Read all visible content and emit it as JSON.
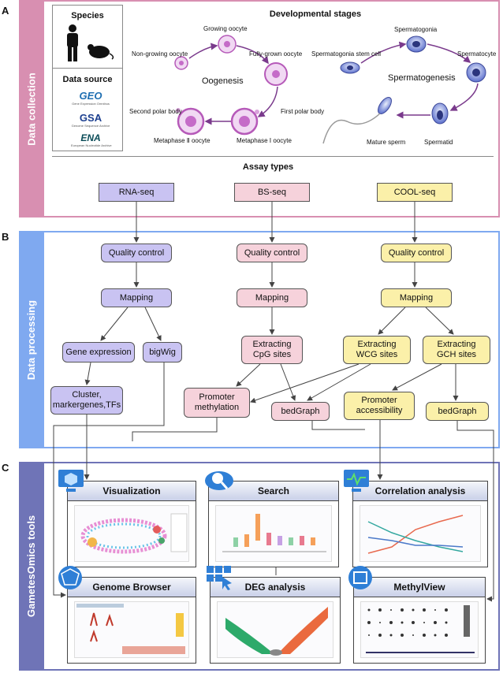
{
  "panels": {
    "a": {
      "letter": "A",
      "side_label": "Data collection"
    },
    "b": {
      "letter": "B",
      "side_label": "Data processing"
    },
    "c": {
      "letter": "C",
      "side_label": "GametesOmics tools"
    }
  },
  "species": {
    "title": "Species"
  },
  "data_source": {
    "title": "Data source",
    "logos": [
      {
        "text": "GEO",
        "sub": "Gene Expression Omnibus"
      },
      {
        "text": "GSA",
        "sub": "Genome Sequence Archive"
      },
      {
        "text": "ENA",
        "sub": "European Nucleotide Archive"
      }
    ]
  },
  "developmental_stages": {
    "title": "Developmental stages",
    "oogenesis": {
      "label": "Oogenesis",
      "stages": [
        "Non-growing oocyte",
        "Growing oocyte",
        "Fully-grown oocyte",
        "First polar body",
        "Metaphase Ⅰ oocyte",
        "Second polar body",
        "Metaphase Ⅱ oocyte"
      ]
    },
    "spermatogenesis": {
      "label": "Spermatogenesis",
      "stages": [
        "Spermatogonia stem cell",
        "Spermatogonia",
        "Spermatocyte",
        "Spermatid",
        "Mature sperm"
      ]
    }
  },
  "assay_types": {
    "title": "Assay types",
    "items": [
      "RNA-seq",
      "BS-seq",
      "COOL-seq"
    ]
  },
  "processing": {
    "rna": [
      "Quality control",
      "Mapping",
      "Gene expression",
      "bigWig",
      "Cluster, markergenes,TFs"
    ],
    "bs": [
      "Quality control",
      "Mapping",
      "Extracting CpG sites",
      "Promoter methylation",
      "bedGraph"
    ],
    "cool": [
      "Quality control",
      "Mapping",
      "Extracting WCG sites",
      "Extracting GCH sites",
      "Promoter accessibility",
      "bedGraph"
    ]
  },
  "tools": [
    {
      "title": "Visualization",
      "icon": "cube-monitor-icon"
    },
    {
      "title": "Search",
      "icon": "magnifier-cloud-icon"
    },
    {
      "title": "Correlation analysis",
      "icon": "pulse-monitor-icon"
    },
    {
      "title": "Genome Browser",
      "icon": "globe-network-icon"
    },
    {
      "title": "DEG analysis",
      "icon": "grid-cursor-icon"
    },
    {
      "title": "MethylView",
      "icon": "window-icon"
    }
  ],
  "colors": {
    "panel_a": "#d88fb1",
    "panel_b": "#7fa9f0",
    "panel_c": "#6f74b7",
    "rna": "#c9c3f2",
    "bs": "#f6d2db",
    "cool": "#fbf0a9",
    "arrow_purple": "#7a3a8c"
  }
}
